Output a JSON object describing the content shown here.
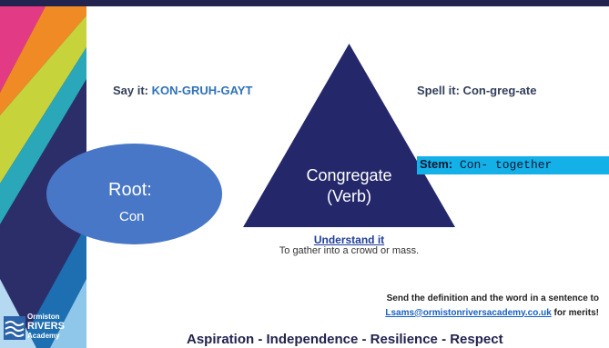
{
  "slide": {
    "say_prefix": "Say it:",
    "say_value": "KON-GRUH-GAYT",
    "spell": "Spell it: Con-greg-ate",
    "triangle_word": "Congregate",
    "triangle_pos": "(Verb)",
    "root_label": "Root:",
    "root_value": "Con",
    "stem_label": "Stem:",
    "stem_value": "Con- together",
    "understand_heading": "Understand it",
    "definition": "To gather into a crowd or mass.",
    "send_line1": "Send the definition and the word in a sentence to",
    "send_email": "Lsams@ormistonriversacademy.co.uk",
    "send_suffix": "for merits!",
    "motto": "Aspiration - Independence - Resilience - Respect"
  },
  "logo": {
    "line1": "Ormiston",
    "line2": "RIVERS",
    "line3": "Academy"
  },
  "colors": {
    "navy": "#22234f",
    "triangle": "#24286a",
    "ellipse": "#4877c8",
    "stem_box": "#14b0e8",
    "accent_blue": "#2f72b8"
  }
}
